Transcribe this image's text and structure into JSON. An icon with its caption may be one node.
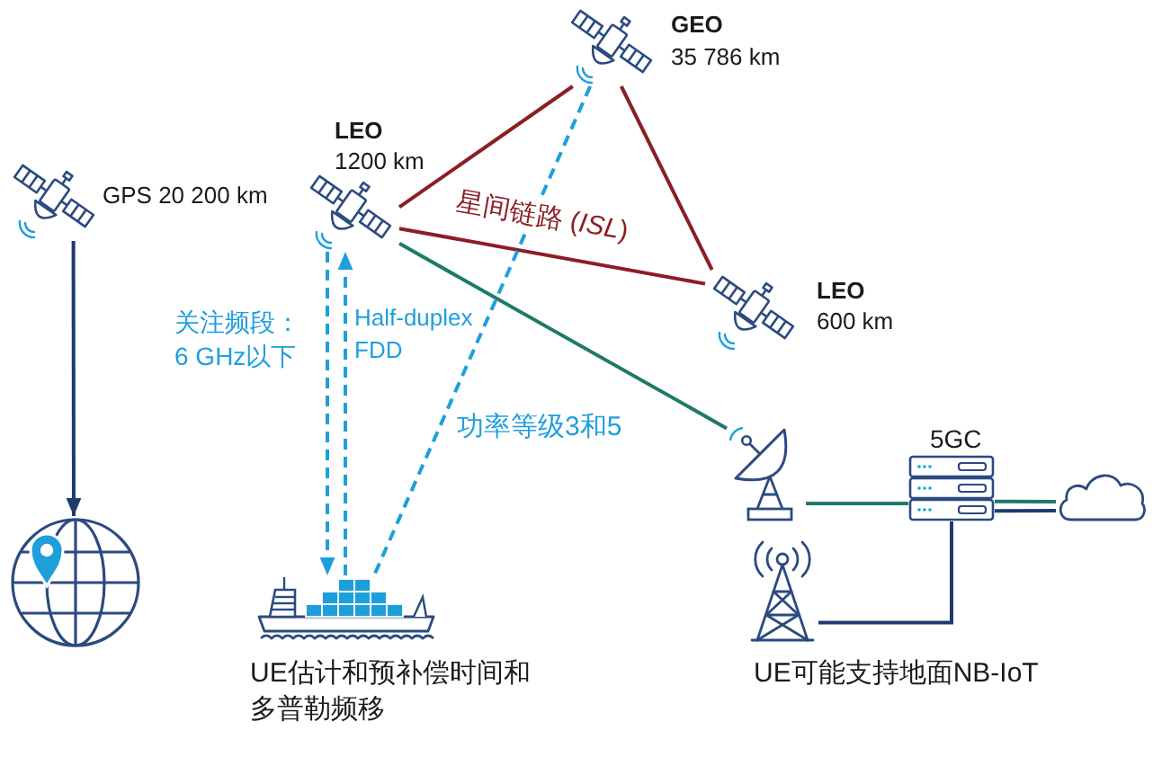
{
  "diagram": {
    "nodes": [
      {
        "text": [],
        "shape": "picture",
        "beside": [
          "GPS 20 200 km"
        ]
      },
      {
        "text": [],
        "shape": "picture"
      },
      {
        "text": [],
        "shape": "picture",
        "beside": [
          "LEO",
          "1200 km"
        ]
      },
      {
        "text": [],
        "shape": "picture",
        "beside": [
          "GEO",
          "35 786 km"
        ]
      },
      {
        "text": [],
        "shape": "picture",
        "beside": [
          "LEO",
          "600 km"
        ]
      },
      {
        "text": [],
        "shape": "picture",
        "beside": [
          "UE估计和预补偿时间和多普勒频移"
        ]
      },
      {
        "text": [],
        "shape": "picture"
      },
      {
        "text": [],
        "shape": "picture",
        "beside": [
          "5GC"
        ]
      },
      {
        "text": [],
        "shape": "cloud"
      },
      {
        "text": [],
        "shape": "picture",
        "beside": [
          "UE可能支持地面NB-IoT"
        ]
      }
    ],
    "edges": [
      {
        "from": 0,
        "to": 1,
        "arrow": "to",
        "color": "#1f3a70"
      },
      {
        "from": 2,
        "to": 3,
        "arrow": "none",
        "color": "#8b1e24"
      },
      {
        "from": 2,
        "to": 4,
        "arrow": "none",
        "label": "星间链路 (*ISL*)",
        "color": "#8b1e24"
      },
      {
        "from": 3,
        "to": 4,
        "arrow": "none",
        "color": "#8b1e24"
      },
      {
        "from": 2,
        "to": 6,
        "arrow": "none",
        "color": "#1d7a68"
      },
      {
        "from": 3,
        "to": 5,
        "arrow": "none",
        "label": "功率等级3和5",
        "style": "dashed",
        "color": "#1e9fdc"
      },
      {
        "from": 2,
        "to": 5,
        "arrow": "to",
        "label": "关注频段：6 GHz以下",
        "style": "dashed",
        "color": "#1e9fdc"
      },
      {
        "from": 5,
        "to": 2,
        "arrow": "to",
        "label": "Half-duplex FDD",
        "style": "dashed",
        "color": "#1e9fdc"
      },
      {
        "from": 6,
        "to": 7,
        "arrow": "none",
        "color": "#1d7a68"
      },
      {
        "from": 7,
        "to": 8,
        "arrow": "none",
        "color": "#1d7a68"
      },
      {
        "from": 7,
        "to": 8,
        "arrow": "none",
        "color": "#1f3a70"
      },
      {
        "from": 7,
        "to": 9,
        "arrow": "none",
        "color": "#1f3a70"
      }
    ]
  }
}
